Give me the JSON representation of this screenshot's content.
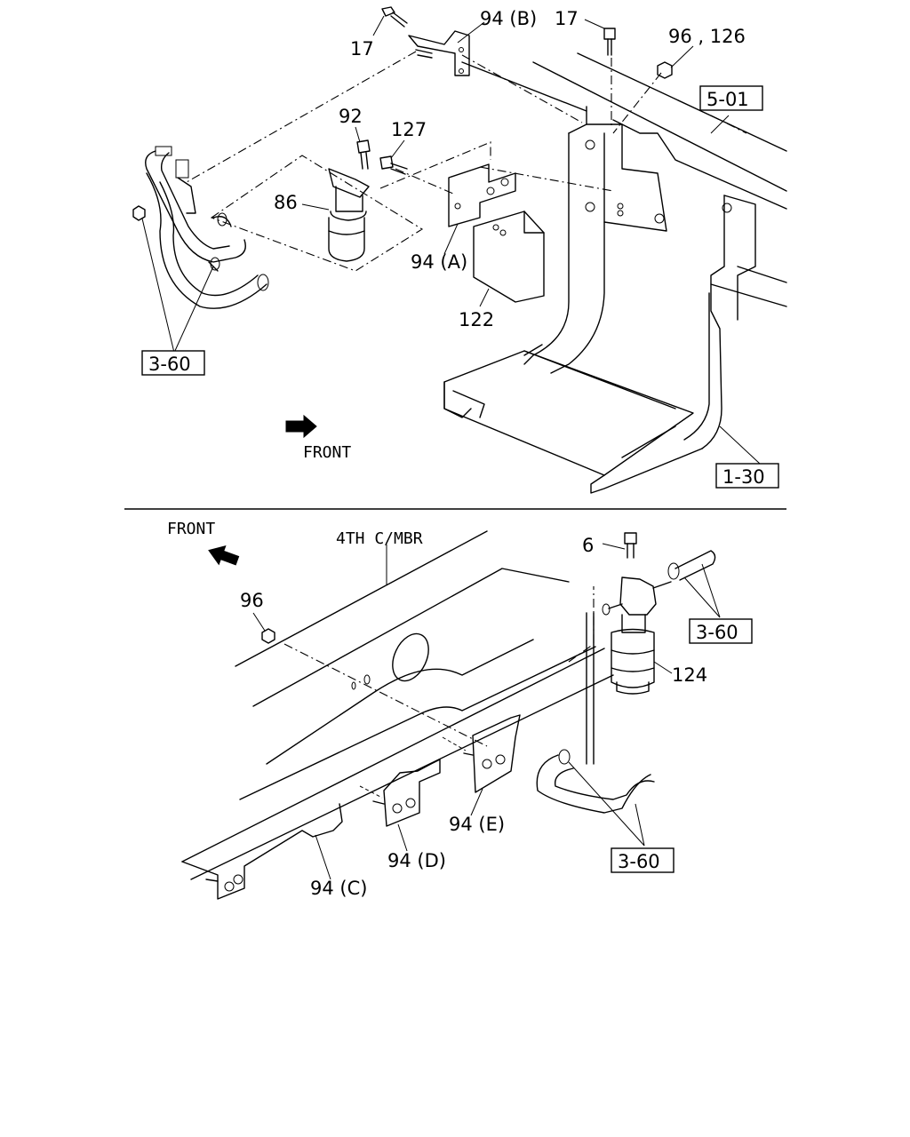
{
  "upper": {
    "callouts": {
      "c17a": "17",
      "c94b": "94 (B)",
      "c17b": "17",
      "c96_126": "96 , 126",
      "c92": "92",
      "c127": "127",
      "c86": "86",
      "c94a": "94 (A)",
      "c122": "122"
    },
    "refs": {
      "r501": "5-01",
      "r360": "3-60",
      "r130": "1-30"
    },
    "front": "FRONT"
  },
  "lower": {
    "callouts": {
      "c6": "6",
      "c96": "96",
      "c124": "124",
      "c94c": "94 (C)",
      "c94d": "94 (D)",
      "c94e": "94 (E)",
      "crossmember": "4TH C/MBR"
    },
    "refs": {
      "r360a": "3-60",
      "r360b": "3-60"
    },
    "front": "FRONT"
  }
}
